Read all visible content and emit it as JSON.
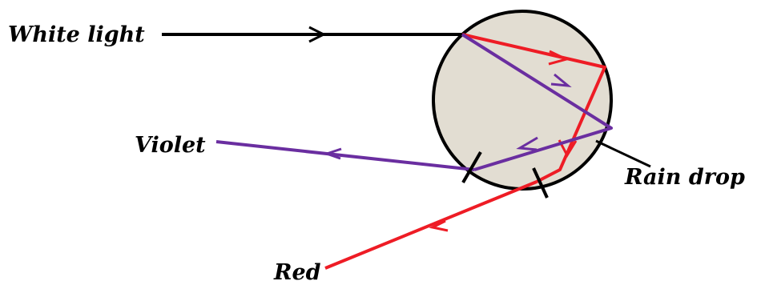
{
  "labels": {
    "white_light": "White light",
    "violet": "Violet",
    "red": "Red",
    "rain_drop": "Rain drop"
  },
  "colors": {
    "background": "#ffffff",
    "drop_fill": "#e2ddd2",
    "drop_outline": "#000000",
    "white_light_ray": "#000000",
    "red_ray": "#ee1c25",
    "violet_ray": "#6a2ea0"
  }
}
